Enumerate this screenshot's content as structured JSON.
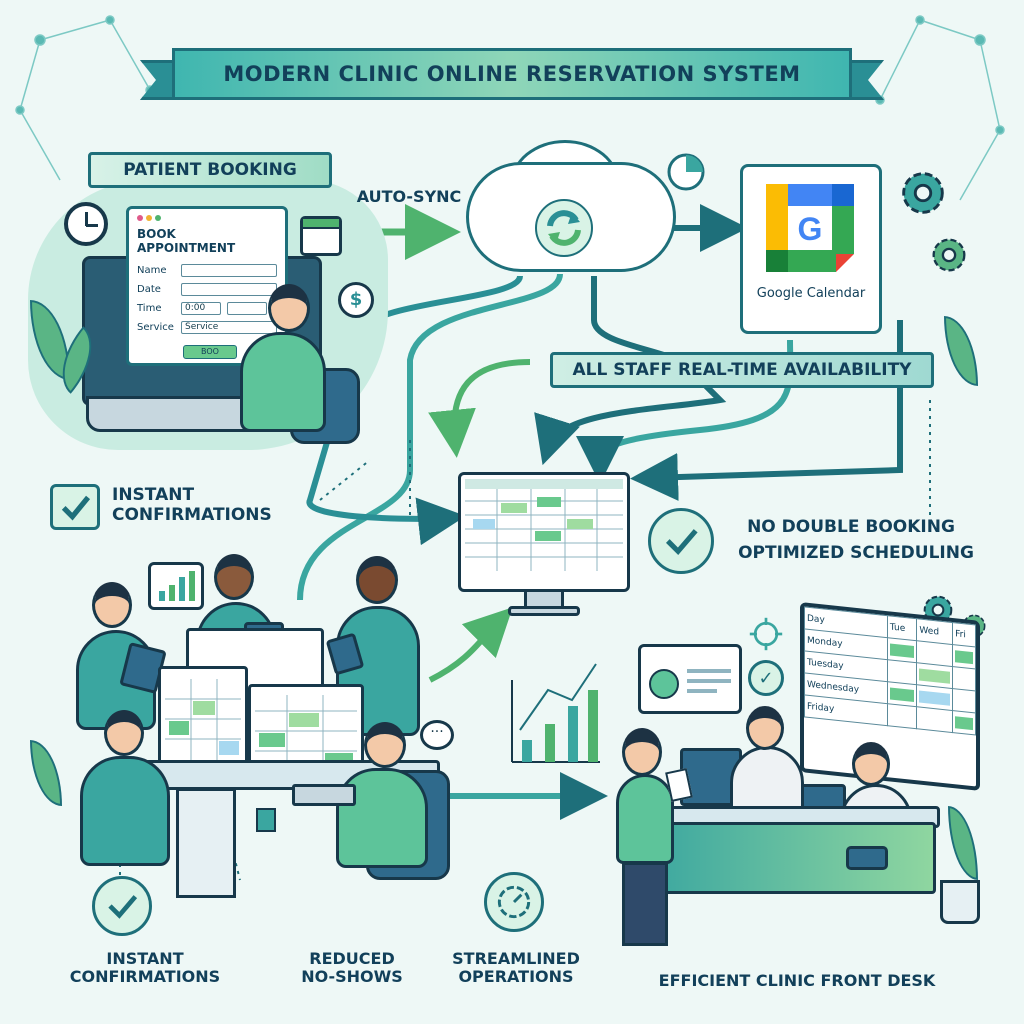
{
  "title": "MODERN CLINIC ONLINE RESERVATION SYSTEM",
  "patient_booking": {
    "header": "PATIENT BOOKING",
    "form_title": "BOOK APPOINTMENT",
    "fields": [
      {
        "label": "Name",
        "value": ""
      },
      {
        "label": "Date",
        "value": ""
      },
      {
        "label": "Time",
        "value": "0:00"
      },
      {
        "label": "Service",
        "value": "Service"
      }
    ],
    "button": "BOO"
  },
  "auto_sync": "AUTO-SYNC",
  "google_calendar": "Google Calendar",
  "staff_availability": "ALL STAFF REAL-TIME AVAILABILITY",
  "instant_confirmations_top": "INSTANT CONFIRMATIONS",
  "no_double_booking": "NO DOUBLE BOOKING",
  "optimized_scheduling": "OPTIMIZED SCHEDULING",
  "board": {
    "headers": [
      "Day",
      "Tue",
      "Wed",
      "Fri"
    ],
    "days": [
      "Monday",
      "Tuesday",
      "Wednesday",
      "Friday"
    ]
  },
  "benefits": [
    {
      "label": "INSTANT CONFIRMATIONS",
      "icon": "check-icon"
    },
    {
      "label": "REDUCED NO-SHOWS",
      "icon": "none"
    },
    {
      "label": "STREAMLINED OPERATIONS",
      "icon": "gauge-icon"
    },
    {
      "label": "EFFICIENT CLINIC FRONT DESK",
      "icon": "none"
    }
  ],
  "colors": {
    "teal": "#1e6f7a",
    "mint": "#9fdcc5",
    "green": "#4fb36e",
    "navy": "#12405a",
    "background": "#eef8f6"
  }
}
